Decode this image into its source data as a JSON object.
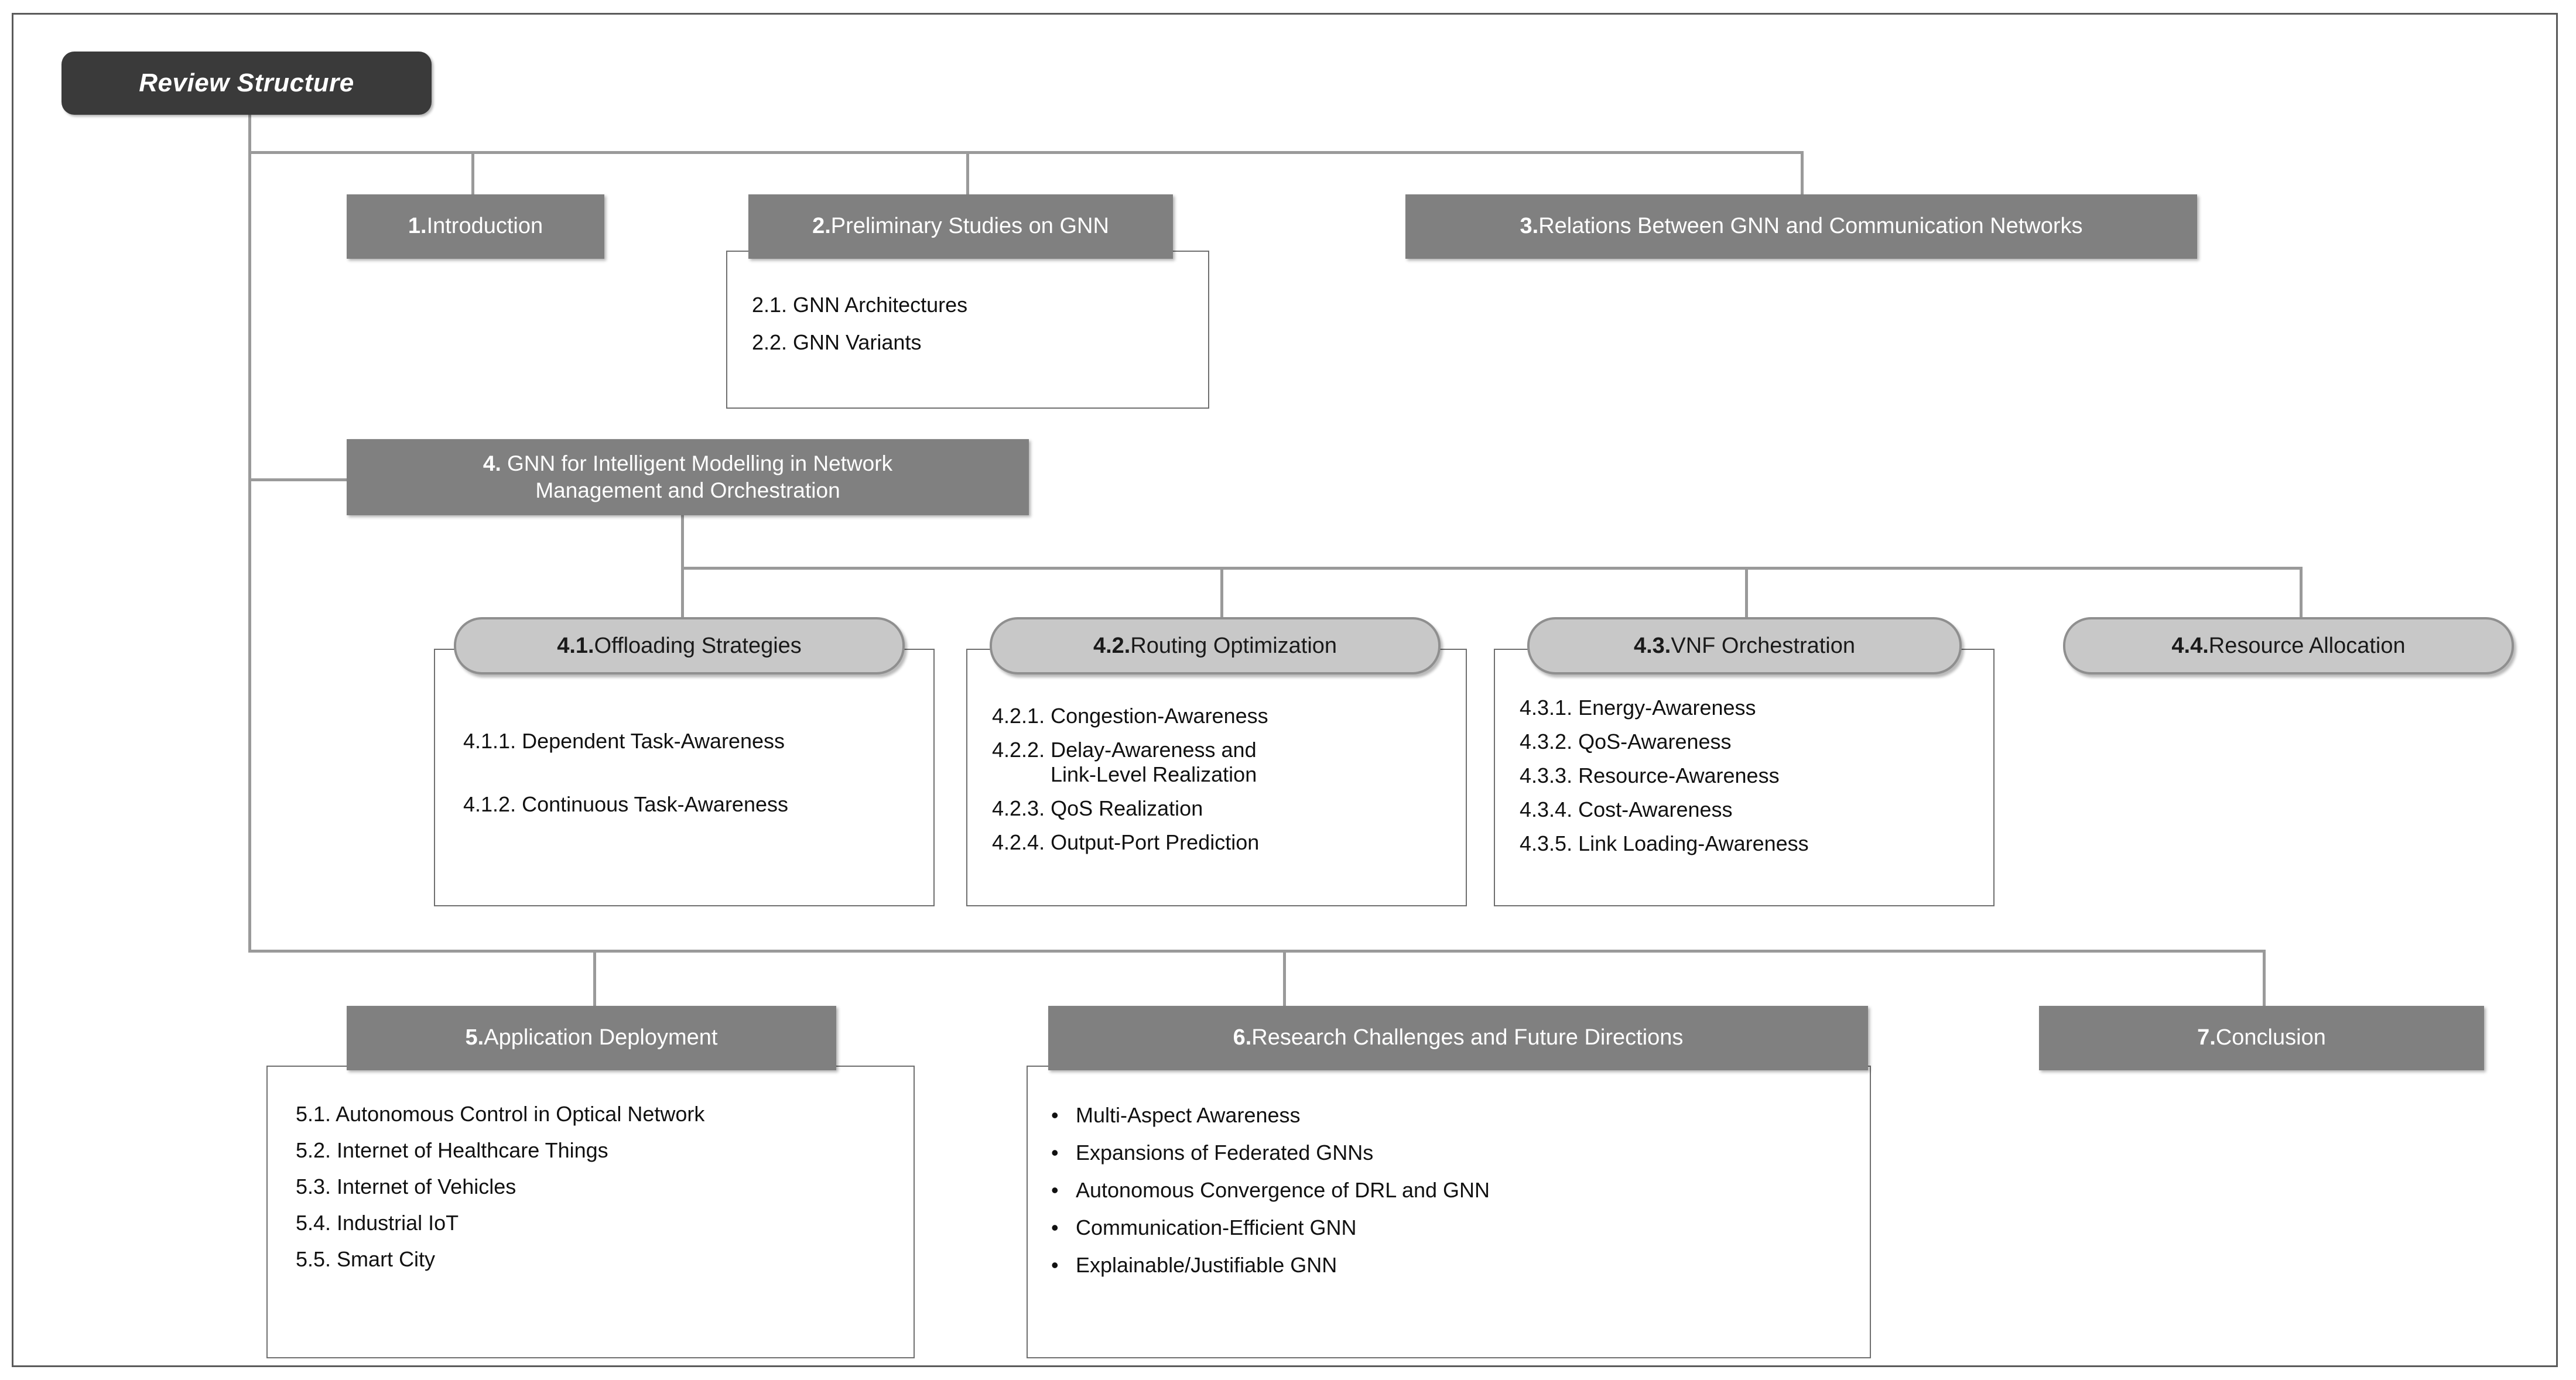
{
  "diagram": {
    "title": "Review Structure",
    "colors": {
      "title_bg": "#3a3a3a",
      "header_bg": "#808080",
      "rounded_bg": "#c8c8c8",
      "rounded_border": "#8f8f8f",
      "connector": "#9a9a9a",
      "frame_border": "#5a5a5a",
      "text_on_dark": "#ffffff",
      "text_on_light": "#111111"
    },
    "nodes": {
      "n1": {
        "num": "1.",
        "label": " Introduction"
      },
      "n2": {
        "num": "2.",
        "label": " Preliminary Studies on GNN",
        "children": [
          "2.1. GNN Architectures",
          "2.2. GNN Variants"
        ]
      },
      "n3": {
        "num": "3.",
        "label": " Relations Between GNN and Communication Networks"
      },
      "n4": {
        "num": "4.",
        "label": " GNN for Intelligent Modelling in Network",
        "label_line2": "Management and Orchestration"
      },
      "n41": {
        "num": "4.1.",
        "label": " Offloading Strategies",
        "children": [
          "4.1.1. Dependent Task-Awareness",
          "4.1.2. Continuous Task-Awareness"
        ]
      },
      "n42": {
        "num": "4.2.",
        "label": " Routing Optimization",
        "children": [
          "4.2.1. Congestion-Awareness",
          "4.2.2. Delay-Awareness and",
          "          Link-Level Realization",
          "4.2.3. QoS Realization",
          "4.2.4. Output-Port Prediction"
        ]
      },
      "n43": {
        "num": "4.3.",
        "label": " VNF Orchestration",
        "children": [
          "4.3.1. Energy-Awareness",
          "4.3.2. QoS-Awareness",
          "4.3.3. Resource-Awareness",
          "4.3.4. Cost-Awareness",
          "4.3.5. Link Loading-Awareness"
        ]
      },
      "n44": {
        "num": "4.4.",
        "label": " Resource Allocation"
      },
      "n5": {
        "num": "5.",
        "label": " Application Deployment",
        "children": [
          "5.1. Autonomous Control in Optical Network",
          "5.2. Internet of Healthcare Things",
          "5.3. Internet of Vehicles",
          "5.4. Industrial IoT",
          "5.5. Smart City"
        ]
      },
      "n6": {
        "num": "6.",
        "label": " Research Challenges and Future Directions",
        "bullet": "•",
        "children": [
          "Multi-Aspect Awareness",
          "Expansions of Federated GNNs",
          "Autonomous Convergence of DRL and GNN",
          "Communication-Efficient GNN",
          "Explainable/Justifiable GNN"
        ]
      },
      "n7": {
        "num": "7.",
        "label": " Conclusion"
      }
    }
  }
}
